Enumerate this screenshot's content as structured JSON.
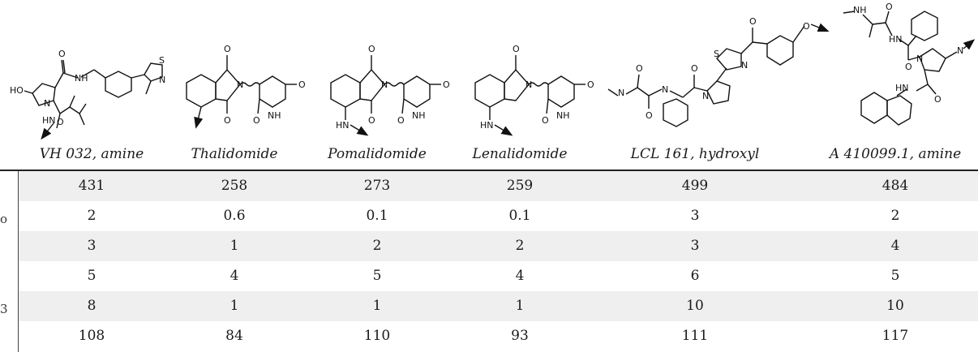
{
  "compounds": [
    {
      "name": "VH 032, amine",
      "icon": "vh032-amine-structure-icon"
    },
    {
      "name": "Thalidomide",
      "icon": "thalidomide-structure-icon"
    },
    {
      "name": "Pomalidomide",
      "icon": "pomalidomide-structure-icon"
    },
    {
      "name": "Lenalidomide",
      "icon": "lenalidomide-structure-icon"
    },
    {
      "name": "LCL 161, hydroxyl",
      "icon": "lcl161-hydroxyl-structure-icon"
    },
    {
      "name": "A 410099.1, amine",
      "icon": "a410099-amine-structure-icon"
    }
  ],
  "rows": [
    {
      "cells": [
        "431",
        "258",
        "273",
        "259",
        "499",
        "484"
      ]
    },
    {
      "edge": "o",
      "cells": [
        "2",
        "0.6",
        "0.1",
        "0.1",
        "3",
        "2"
      ]
    },
    {
      "cells": [
        "3",
        "1",
        "2",
        "2",
        "3",
        "4"
      ]
    },
    {
      "cells": [
        "5",
        "4",
        "5",
        "4",
        "6",
        "5"
      ]
    },
    {
      "edge": "3",
      "cells": [
        "8",
        "1",
        "1",
        "1",
        "10",
        "10"
      ]
    },
    {
      "cells": [
        "108",
        "84",
        "110",
        "93",
        "111",
        "117"
      ]
    }
  ],
  "atom_labels": {
    "HO": "HO",
    "N": "N",
    "NH": "NH",
    "HN": "HN",
    "O": "O",
    "S": "S"
  }
}
